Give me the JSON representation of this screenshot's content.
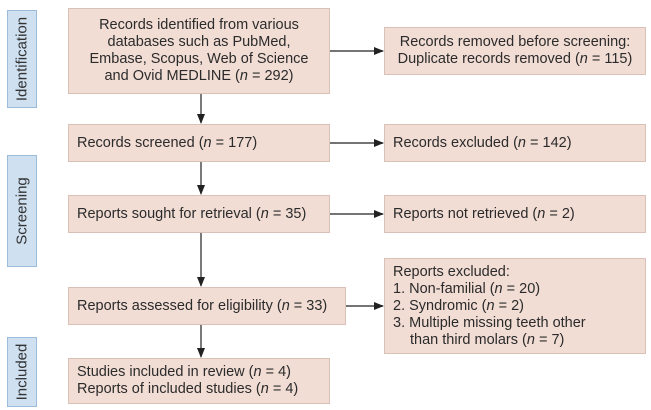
{
  "phases": {
    "identification": "Identification",
    "screening": "Screening",
    "included": "Included"
  },
  "boxes": {
    "records_identified": {
      "lines": [
        "Records identified from various",
        "databases such as PubMed,",
        "Embase, Scopus, Web of Science",
        "and Ovid MEDLINE (",
        "n",
        " = 292)"
      ]
    },
    "records_removed": {
      "line1": "Records removed before screening:",
      "line2_prefix": "Duplicate records removed (",
      "n_symbol": "n",
      "line2_suffix": " = 115)"
    },
    "records_screened": {
      "prefix": "Records screened (",
      "n_symbol": "n",
      "suffix": " = 177)"
    },
    "records_excluded": {
      "prefix": "Records excluded (",
      "n_symbol": "n",
      "suffix": " = 142)"
    },
    "reports_sought": {
      "prefix": "Reports sought for retrieval (",
      "n_symbol": "n",
      "suffix": " = 35)"
    },
    "reports_not_retrieved": {
      "prefix": "Reports not retrieved (",
      "n_symbol": "n",
      "suffix": " = 2)"
    },
    "reports_assessed": {
      "prefix": "Reports assessed for eligibility (",
      "n_symbol": "n",
      "suffix": " = 33)"
    },
    "reports_excluded": {
      "title": "Reports excluded:",
      "items": [
        {
          "prefix": "1. Non-familial (",
          "n_symbol": "n",
          "suffix": " = 20)"
        },
        {
          "prefix": "2. Syndromic (",
          "n_symbol": "n",
          "suffix": " = 2)"
        },
        {
          "prefix": "3. Multiple missing teeth other",
          "n_symbol": "",
          "suffix": ""
        },
        {
          "prefix": "than third molars (",
          "n_symbol": "n",
          "suffix": " = 7)"
        }
      ]
    },
    "studies_included": {
      "line1_prefix": "Studies included in review (",
      "line1_n": "n",
      "line1_suffix": " = 4)",
      "line2_prefix": "Reports of included studies (",
      "line2_n": "n",
      "line2_suffix": " = 4)"
    }
  },
  "colors": {
    "box_fill": "#f2ddd5",
    "phase_fill": "#cfe0f1",
    "arrow": "#222222"
  }
}
